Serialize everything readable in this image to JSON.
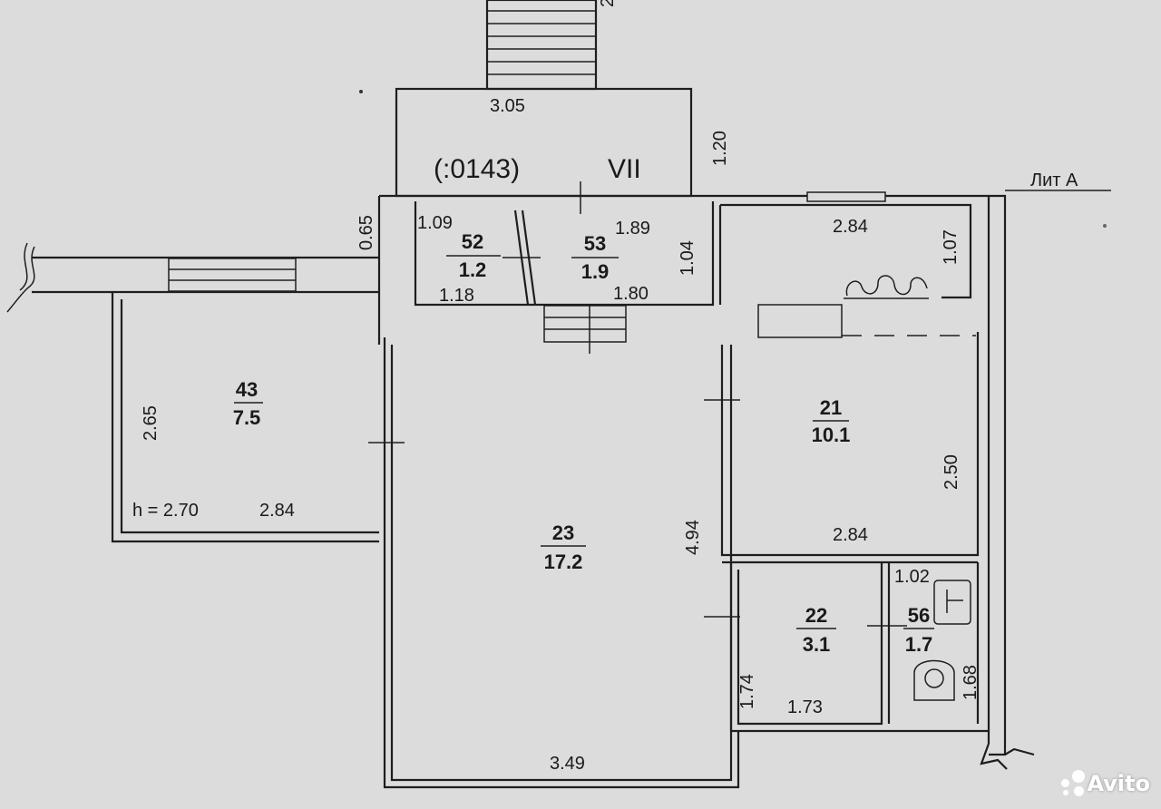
{
  "plan": {
    "stairs_label_fragment": "2",
    "porch": {
      "width": "3.05",
      "depth": "1.20",
      "code": "(:0143)",
      "roman": "VII"
    },
    "lit_label": "Лит А",
    "wall_thickness": "0.65",
    "rooms": [
      {
        "number": "52",
        "area": "1.2",
        "dims": [
          "1.09",
          "1.18"
        ]
      },
      {
        "number": "53",
        "area": "1.9",
        "dims": [
          "1.89",
          "1.80",
          "1.04"
        ]
      },
      {
        "number": "43",
        "area": "7.5",
        "dims": [
          "2.65",
          "2.84"
        ],
        "height": "h = 2.70"
      },
      {
        "number": "23",
        "area": "17.2",
        "dims": [
          "4.94",
          "3.49"
        ]
      },
      {
        "number": "21",
        "area": "10.1",
        "dims": [
          "2.50",
          "2.84"
        ]
      },
      {
        "number": "22",
        "area": "3.1",
        "dims": [
          "1.74",
          "1.73"
        ]
      },
      {
        "number": "56",
        "area": "1.7",
        "dims": [
          "1.02",
          "1.68"
        ]
      }
    ],
    "kitchen_top": {
      "width": "2.84",
      "depth": "1.07"
    }
  },
  "watermark": {
    "text": "Avito",
    "color": "#ffffff"
  }
}
